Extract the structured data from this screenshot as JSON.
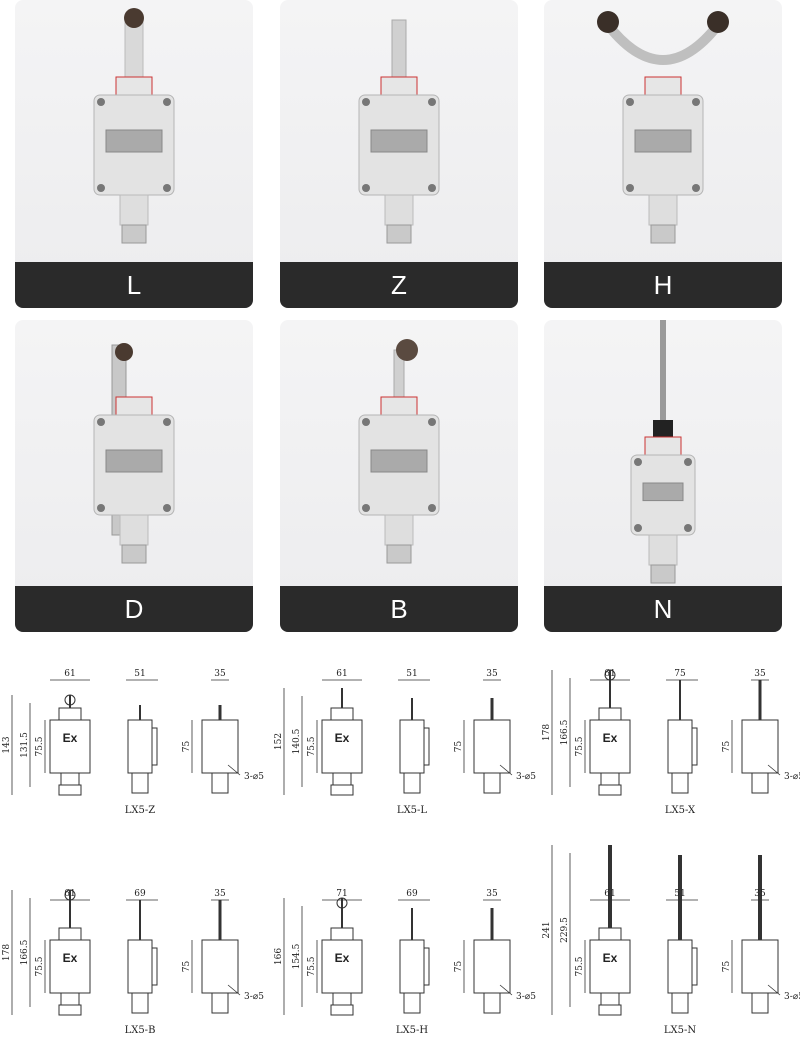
{
  "products": [
    {
      "label": "L",
      "actuator": "roller-top"
    },
    {
      "label": "Z",
      "actuator": "plunger"
    },
    {
      "label": "H",
      "actuator": "fork-rollers"
    },
    {
      "label": "D",
      "actuator": "lever-arm"
    },
    {
      "label": "B",
      "actuator": "roller-lever"
    },
    {
      "label": "N",
      "actuator": "spring-rod"
    }
  ],
  "drawings": [
    {
      "model": "LX5-Z",
      "total": "143",
      "mid": "131.5",
      "body": "75.5",
      "front_w": "61",
      "side_w": "51",
      "back_w": "35",
      "back_h": "75",
      "holes": "3-⌀5",
      "emblem": "Ex",
      "actuator": "plunger"
    },
    {
      "model": "LX5-L",
      "total": "152",
      "mid": "140.5",
      "body": "75.5",
      "front_w": "61",
      "side_w": "51",
      "back_w": "35",
      "back_h": "75",
      "holes": "3-⌀5",
      "emblem": "Ex",
      "actuator": "roller-top"
    },
    {
      "model": "LX5-X",
      "total": "178",
      "mid": "166.5",
      "body": "75.5",
      "front_w": "61",
      "side_w": "75",
      "back_w": "35",
      "back_h": "75",
      "holes": "3-⌀5",
      "emblem": "Ex",
      "actuator": "lever-arm"
    },
    {
      "model": "LX5-B",
      "total": "178",
      "mid": "166.5",
      "body": "75.5",
      "front_w": "61",
      "side_w": "69",
      "back_w": "35",
      "back_h": "75",
      "holes": "3-⌀5",
      "emblem": "Ex",
      "actuator": "roller-lever"
    },
    {
      "model": "LX5-H",
      "total": "166",
      "mid": "154.5",
      "body": "75.5",
      "front_w": "71",
      "side_w": "69",
      "back_w": "35",
      "back_h": "75",
      "holes": "3-⌀5",
      "emblem": "Ex",
      "actuator": "fork-rollers"
    },
    {
      "model": "LX5-N",
      "total": "241",
      "mid": "229.5",
      "body": "75.5",
      "front_w": "61",
      "side_w": "51",
      "back_w": "35",
      "back_h": "75",
      "holes": "3-⌀5",
      "emblem": "Ex",
      "actuator": "spring-rod"
    }
  ]
}
